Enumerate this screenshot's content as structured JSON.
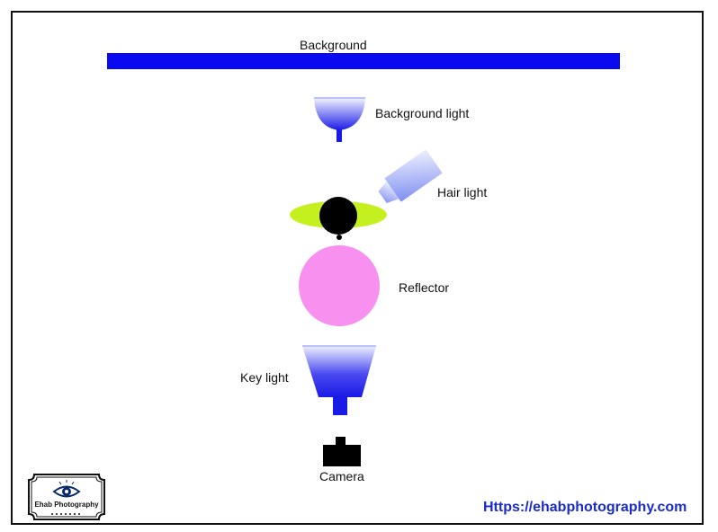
{
  "labels": {
    "background": "Background",
    "background_light": "Background light",
    "hair_light": "Hair light",
    "reflector": "Reflector",
    "key_light": "Key light",
    "camera": "Camera"
  },
  "watermark": {
    "url": "Https://ehabphotography.com",
    "logo_text": "Ehab Photography"
  },
  "colors": {
    "background_bar": "#0a0af0",
    "light_blue_dark": "#1a1ae6",
    "light_blue_pale": "#eef0ff",
    "subject_ellipse": "#c4f020",
    "subject_head": "#000000",
    "reflector": "#f890f0",
    "camera": "#000000",
    "url_text": "#1a2cc8"
  }
}
